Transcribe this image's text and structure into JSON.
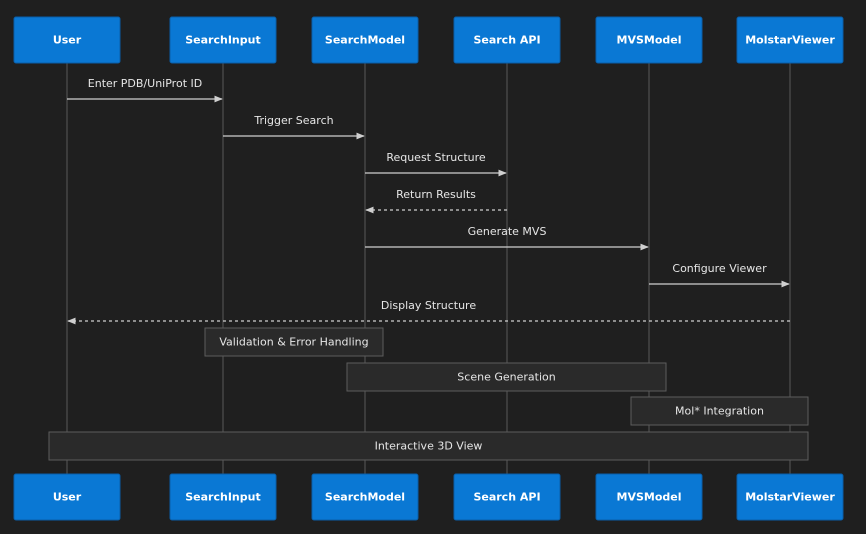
{
  "participants": [
    "User",
    "SearchInput",
    "SearchModel",
    "Search API",
    "MVSModel",
    "MolstarViewer"
  ],
  "messages": [
    {
      "from": 0,
      "to": 1,
      "label": "Enter PDB/UniProt ID",
      "style": "solid"
    },
    {
      "from": 1,
      "to": 2,
      "label": "Trigger Search",
      "style": "solid"
    },
    {
      "from": 2,
      "to": 3,
      "label": "Request Structure",
      "style": "solid"
    },
    {
      "from": 3,
      "to": 2,
      "label": "Return Results",
      "style": "dashed"
    },
    {
      "from": 2,
      "to": 4,
      "label": "Generate MVS",
      "style": "solid"
    },
    {
      "from": 4,
      "to": 5,
      "label": "Configure Viewer",
      "style": "solid"
    },
    {
      "from": 5,
      "to": 0,
      "label": "Display Structure",
      "style": "dashed"
    }
  ],
  "notes": [
    {
      "over": [
        1,
        2
      ],
      "label": "Validation & Error Handling"
    },
    {
      "over": [
        2,
        4
      ],
      "label": "Scene Generation"
    },
    {
      "over": [
        4,
        5
      ],
      "label": "Mol* Integration"
    },
    {
      "over": [
        0,
        5
      ],
      "label": "Interactive 3D View"
    }
  ],
  "colors": {
    "actor_fill": "#0a78d4",
    "background": "#1f1f1f",
    "note_fill": "#2a2a2a",
    "line": "#cfcfcf"
  }
}
